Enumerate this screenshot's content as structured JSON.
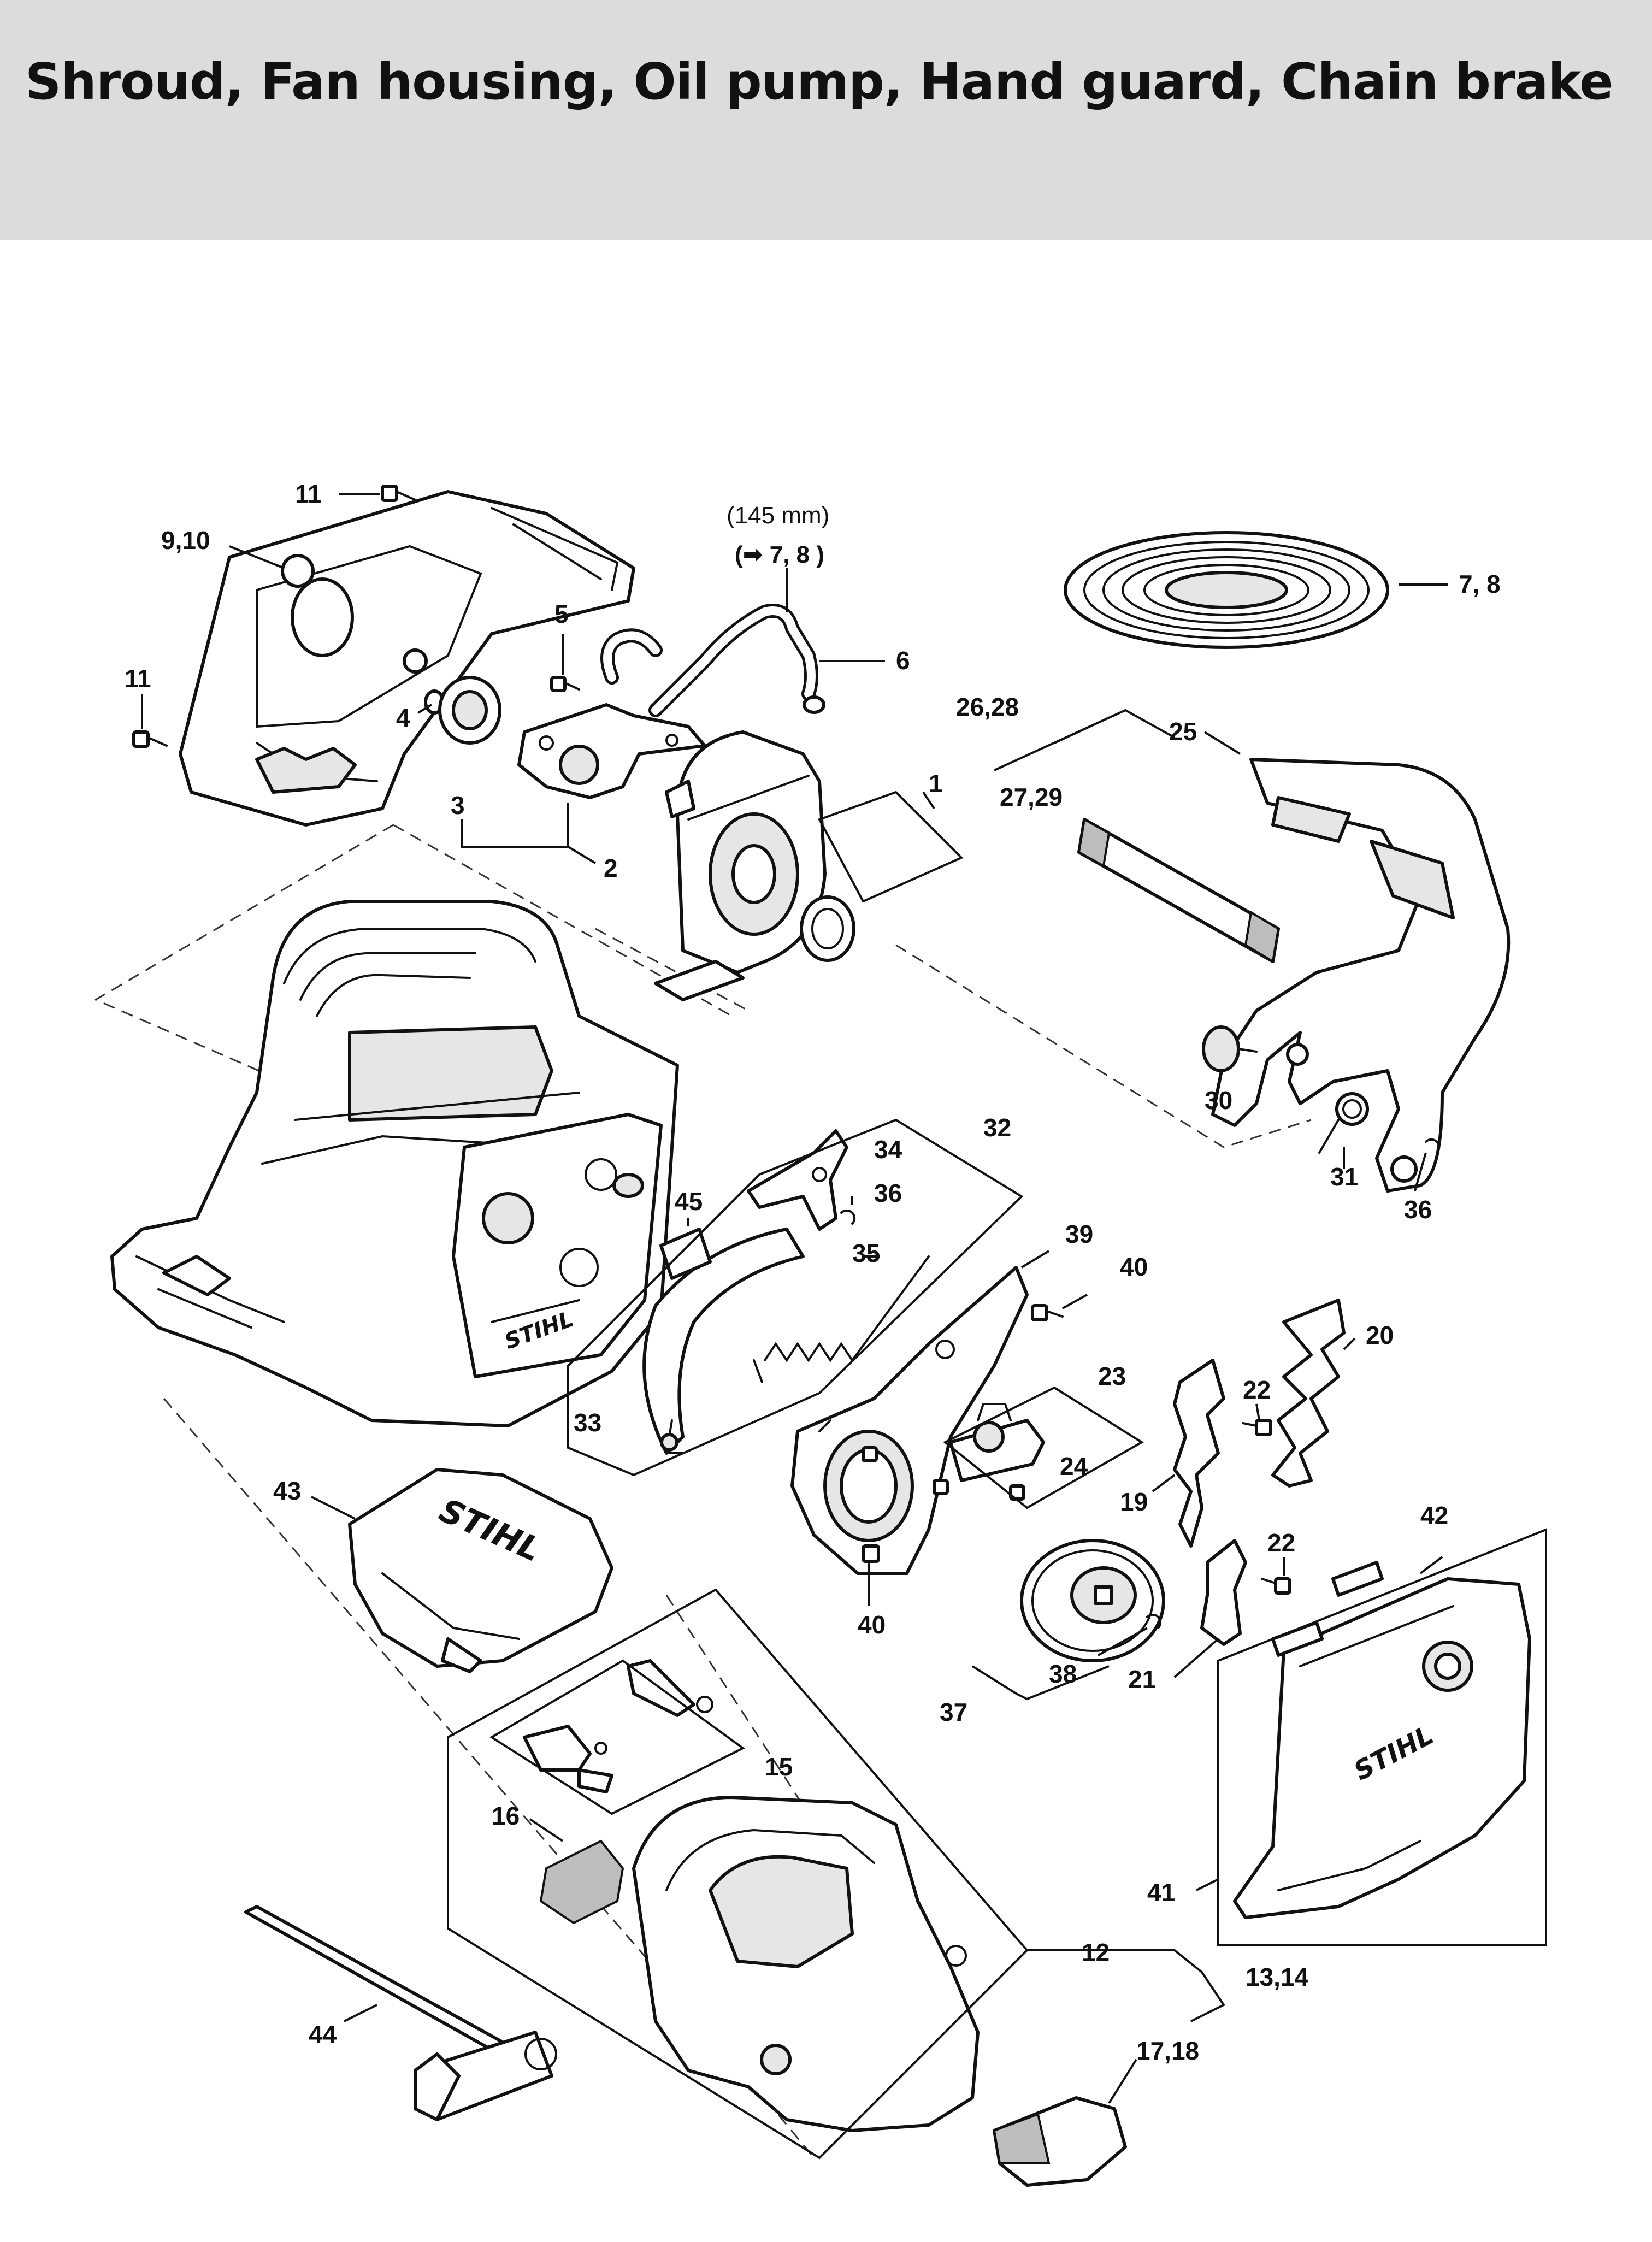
{
  "page": {
    "title": "Shroud, Fan housing, Oil pump, Hand guard, Chain brake"
  },
  "notes": {
    "hose_length": "(145 mm)",
    "hose_ref": "(➡ 7, 8 )"
  },
  "labels": {
    "l1": "1",
    "l2": "2",
    "l3": "3",
    "l4": "4",
    "l5": "5",
    "l6": "6",
    "l7_8": "7, 8",
    "l9_10": "9,10",
    "l11a": "11",
    "l11b": "11",
    "l12": "12",
    "l13_14": "13,14",
    "l15": "15",
    "l16": "16",
    "l17_18": "17,18",
    "l19": "19",
    "l20": "20",
    "l21": "21",
    "l22a": "22",
    "l22b": "22",
    "l23": "23",
    "l24": "24",
    "l25": "25",
    "l26_28": "26,28",
    "l27_29": "27,29",
    "l30": "30",
    "l31": "31",
    "l32": "32",
    "l33": "33",
    "l34": "34",
    "l35": "35",
    "l36a": "36",
    "l36b": "36",
    "l37": "37",
    "l38": "38",
    "l39": "39",
    "l40a": "40",
    "l40b": "40",
    "l41": "41",
    "l42": "42",
    "l43": "43",
    "l44": "44",
    "l45": "45"
  },
  "logo_text": "STIHL",
  "colors": {
    "header_bg": "#dcdcdc",
    "line": "#111111",
    "shade": "#bdbdbd"
  }
}
